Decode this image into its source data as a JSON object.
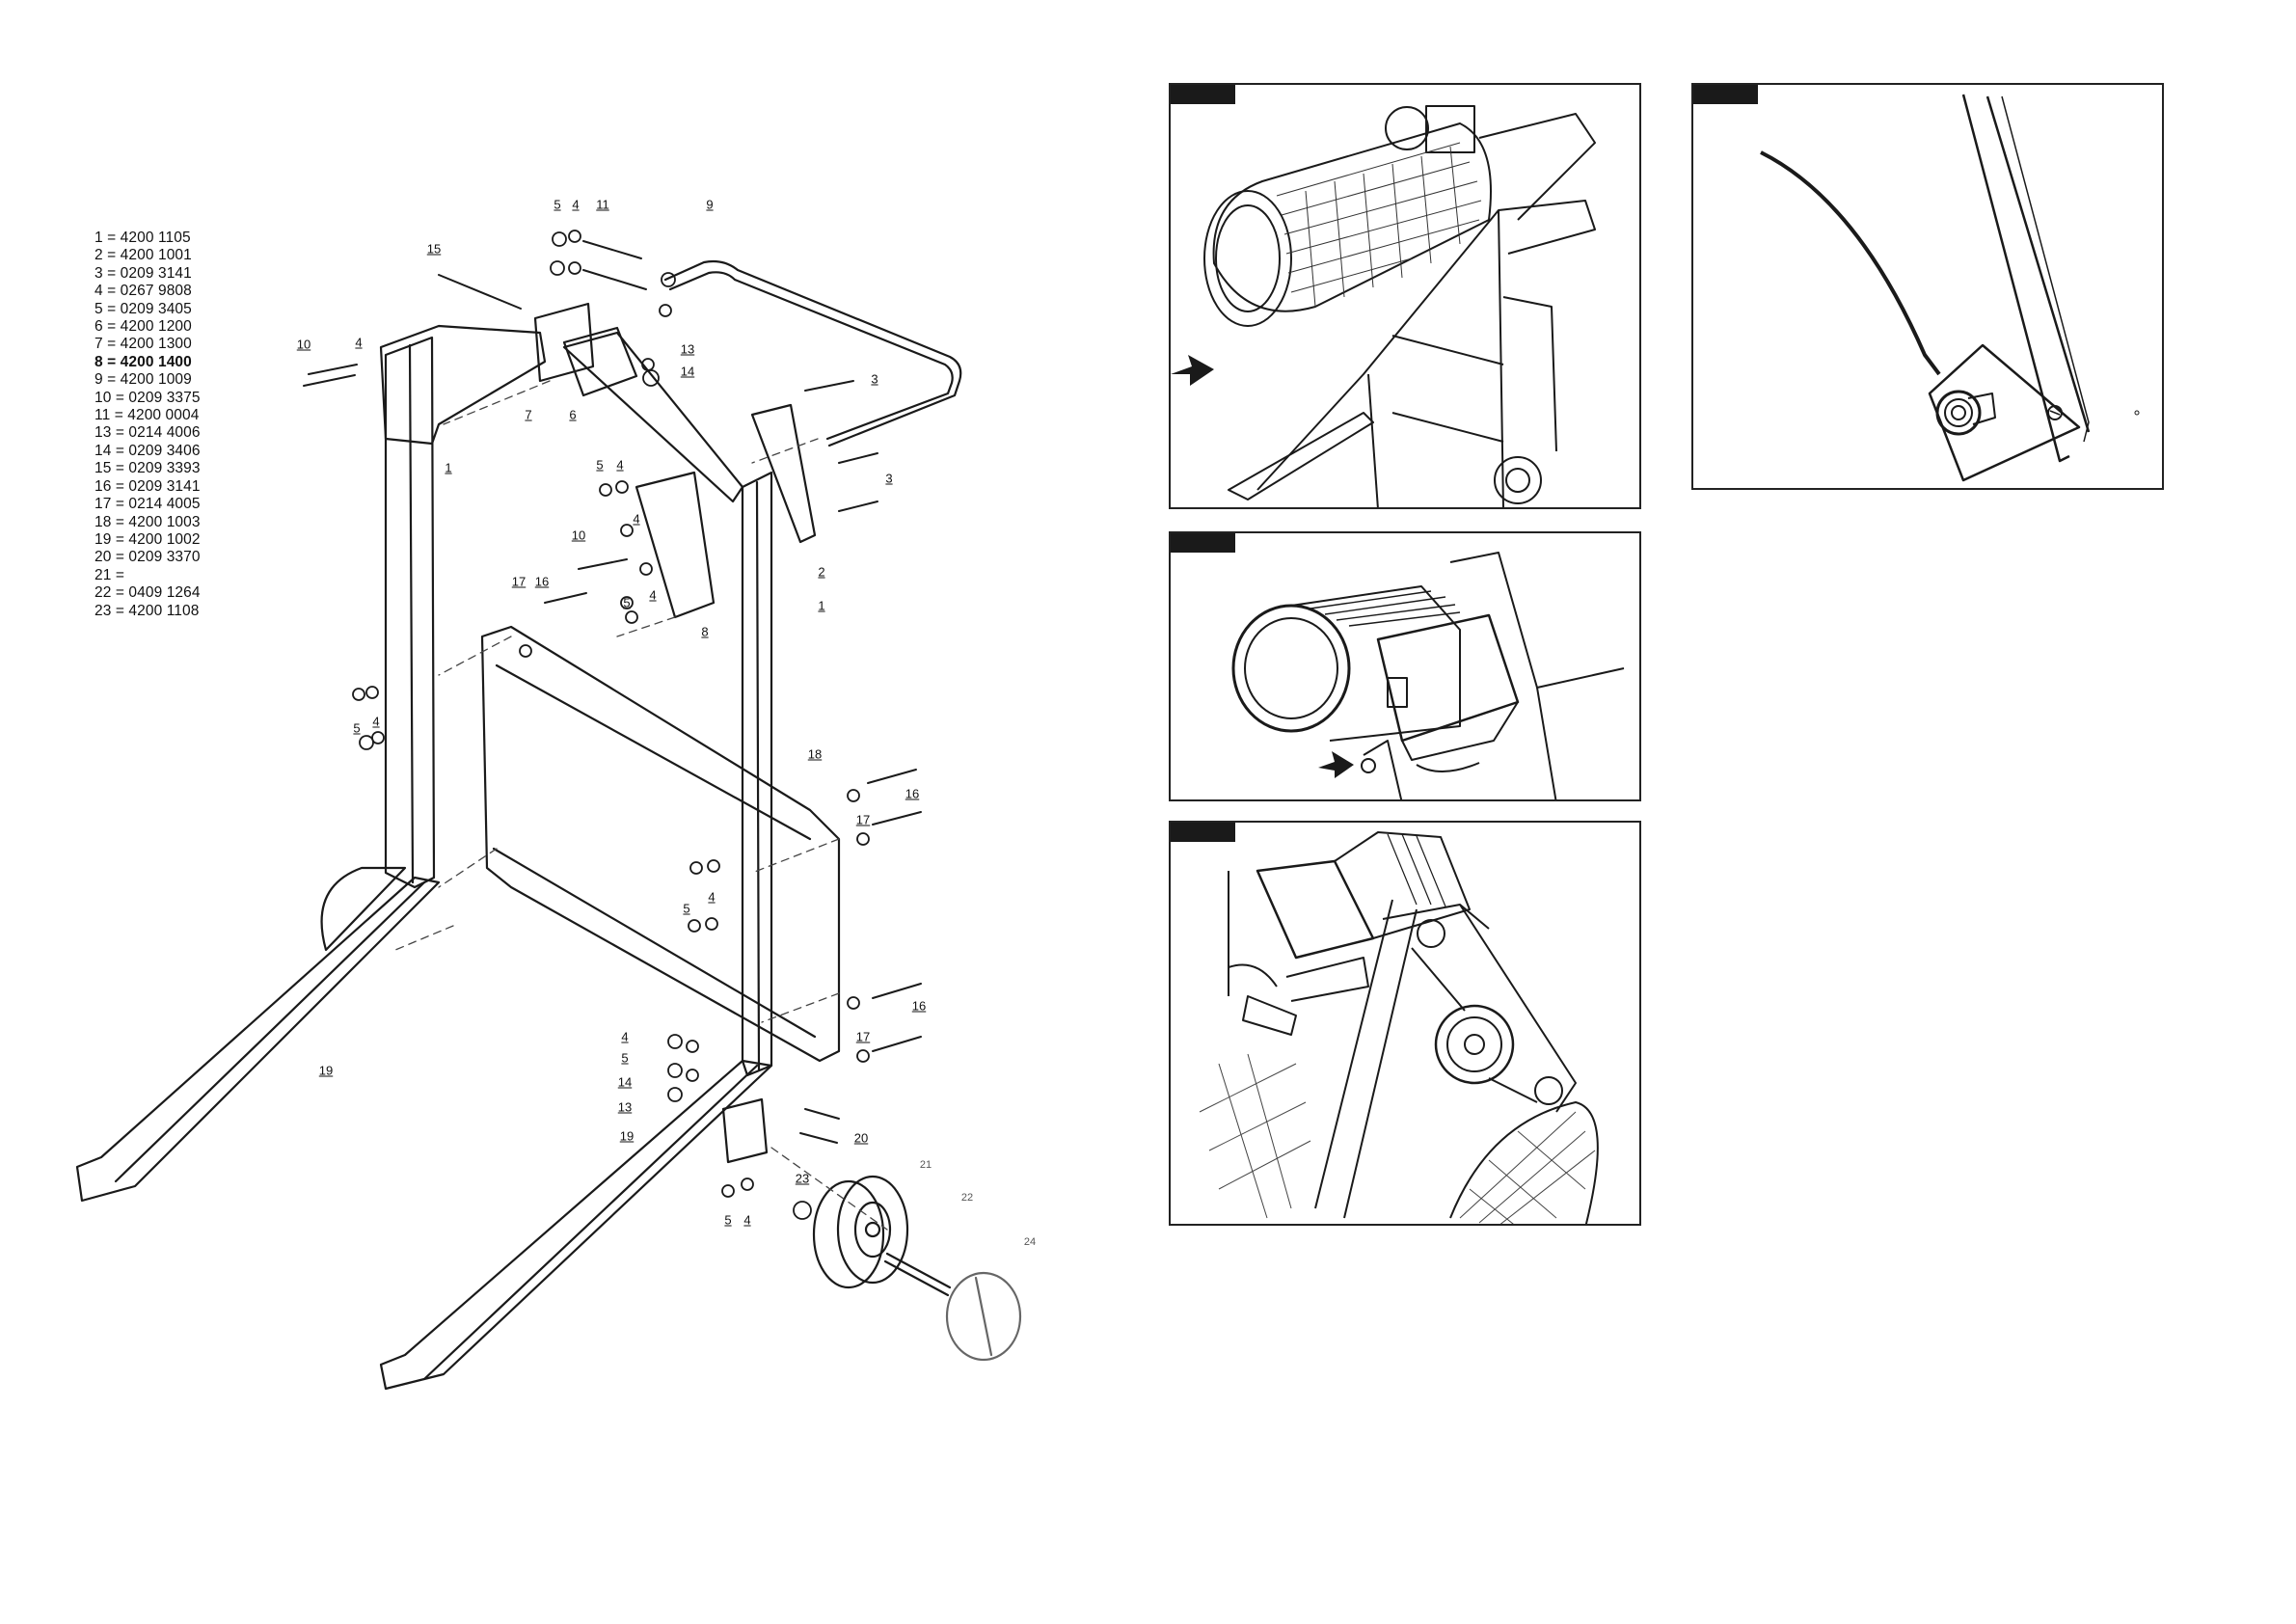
{
  "parts_list": [
    {
      "text": "1 = 4200 1105",
      "bold": false
    },
    {
      "text": "2 = 4200 1001",
      "bold": false
    },
    {
      "text": "3 = 0209 3141",
      "bold": false
    },
    {
      "text": "4 = 0267 9808",
      "bold": false
    },
    {
      "text": "5 = 0209 3405",
      "bold": false
    },
    {
      "text": "6 = 4200 1200",
      "bold": false
    },
    {
      "text": "7 = 4200 1300",
      "bold": false
    },
    {
      "text": "8 = 4200 1400",
      "bold": true
    },
    {
      "text": "9 = 4200 1009",
      "bold": false
    },
    {
      "text": "10 = 0209 3375",
      "bold": false
    },
    {
      "text": "11 = 4200 0004",
      "bold": false
    },
    {
      "text": "13 = 0214 4006",
      "bold": false
    },
    {
      "text": "14 = 0209 3406",
      "bold": false
    },
    {
      "text": "15 = 0209 3393",
      "bold": false
    },
    {
      "text": "16 = 0209 3141",
      "bold": false
    },
    {
      "text": "17 = 0214 4005",
      "bold": false
    },
    {
      "text": "18 = 4200 1003",
      "bold": false
    },
    {
      "text": "19 = 4200 1002",
      "bold": false
    },
    {
      "text": "20 = 0209 3370",
      "bold": false
    },
    {
      "text": "21 =",
      "bold": false
    },
    {
      "text": "22 = 0409 1264",
      "bold": false
    },
    {
      "text": "23 = 4200 1108",
      "bold": false
    }
  ],
  "diagram_labels": [
    {
      "id": "l1a",
      "text": "1"
    },
    {
      "id": "l1b",
      "text": "1"
    },
    {
      "id": "l2",
      "text": "2"
    },
    {
      "id": "l3a",
      "text": "3"
    },
    {
      "id": "l3b",
      "text": "3"
    },
    {
      "id": "l4a",
      "text": "4"
    },
    {
      "id": "l4b",
      "text": "4"
    },
    {
      "id": "l4c",
      "text": "4"
    },
    {
      "id": "l4d",
      "text": "4"
    },
    {
      "id": "l4e",
      "text": "4"
    },
    {
      "id": "l4f",
      "text": "4"
    },
    {
      "id": "l4g",
      "text": "4"
    },
    {
      "id": "l4h",
      "text": "4"
    },
    {
      "id": "l4i",
      "text": "4"
    },
    {
      "id": "l5a",
      "text": "5"
    },
    {
      "id": "l5b",
      "text": "5"
    },
    {
      "id": "l5c",
      "text": "5"
    },
    {
      "id": "l5d",
      "text": "5"
    },
    {
      "id": "l5e",
      "text": "5"
    },
    {
      "id": "l5f",
      "text": "5"
    },
    {
      "id": "l5g",
      "text": "5"
    },
    {
      "id": "l6",
      "text": "6"
    },
    {
      "id": "l7",
      "text": "7"
    },
    {
      "id": "l8",
      "text": "8"
    },
    {
      "id": "l9",
      "text": "9"
    },
    {
      "id": "l10a",
      "text": "10"
    },
    {
      "id": "l10b",
      "text": "10"
    },
    {
      "id": "l11",
      "text": "11"
    },
    {
      "id": "l13a",
      "text": "13"
    },
    {
      "id": "l13b",
      "text": "13"
    },
    {
      "id": "l14a",
      "text": "14"
    },
    {
      "id": "l14b",
      "text": "14"
    },
    {
      "id": "l15",
      "text": "15"
    },
    {
      "id": "l16a",
      "text": "16"
    },
    {
      "id": "l16b",
      "text": "16"
    },
    {
      "id": "l16c",
      "text": "16"
    },
    {
      "id": "l17a",
      "text": "17"
    },
    {
      "id": "l17b",
      "text": "17"
    },
    {
      "id": "l17c",
      "text": "17"
    },
    {
      "id": "l18",
      "text": "18"
    },
    {
      "id": "l19a",
      "text": "19"
    },
    {
      "id": "l19b",
      "text": "19"
    },
    {
      "id": "l20",
      "text": "20"
    },
    {
      "id": "l21",
      "text": "21"
    },
    {
      "id": "l22",
      "text": "22"
    },
    {
      "id": "l23",
      "text": "23"
    },
    {
      "id": "l24",
      "text": "24"
    }
  ],
  "colors": {
    "ink": "#1a1a1a",
    "tab": "#1a1a1a",
    "paper": "#ffffff"
  }
}
